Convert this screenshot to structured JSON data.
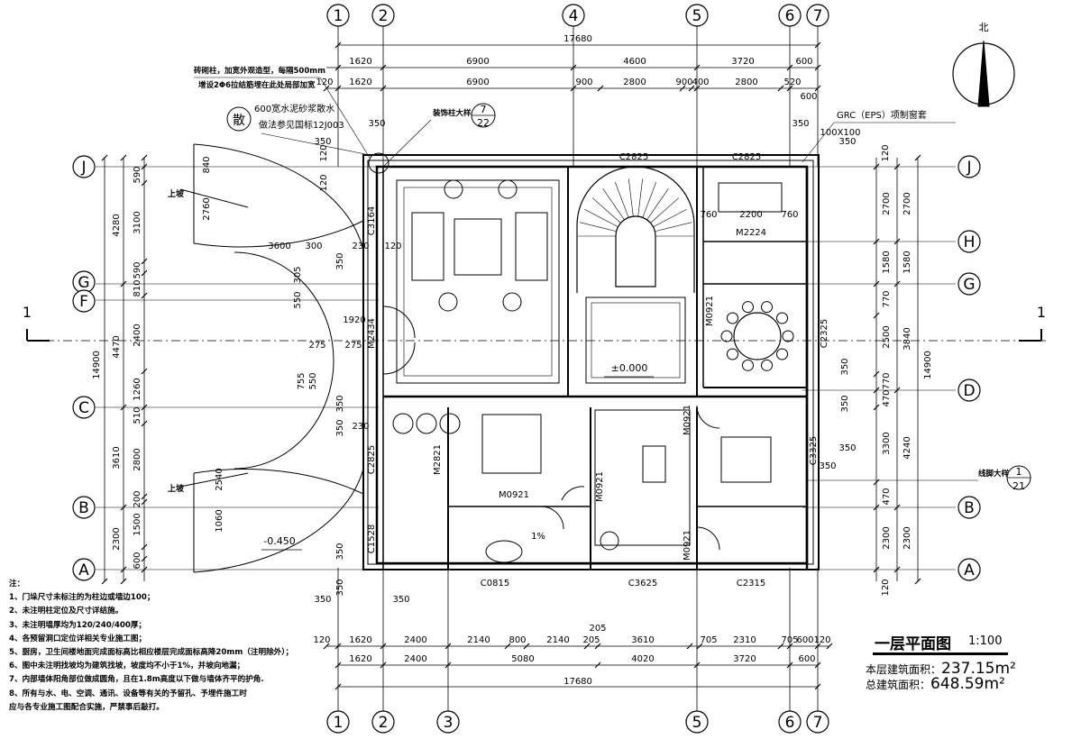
{
  "axes_top": [
    "1",
    "2",
    "4",
    "5",
    "6",
    "7"
  ],
  "axes_bottom": [
    "1",
    "2",
    "3",
    "5",
    "6",
    "7"
  ],
  "axes_left": [
    "J",
    "G",
    "F",
    "C",
    "B",
    "A"
  ],
  "axes_right": [
    "J",
    "H",
    "G",
    "D",
    "B",
    "A"
  ],
  "dims": {
    "top_total": "17680",
    "top_row1": [
      "1620",
      "6900",
      "4600",
      "3720",
      "600"
    ],
    "top_row2": [
      "120",
      "1620",
      "6900",
      "900",
      "2800",
      "900",
      "400",
      "2800",
      "520",
      "600"
    ],
    "bottom_row1": [
      "120",
      "1620",
      "2400",
      "2140",
      "800",
      "2140",
      "205",
      "3610",
      "705",
      "2310",
      "705",
      "600",
      "120"
    ],
    "bottom_row2": [
      "1620",
      "2400",
      "5080",
      "4020",
      "3720",
      "600"
    ],
    "bottom_total": "17680",
    "bottom_extra": "205",
    "left_total": "14900",
    "left_col1": [
      "4280",
      "4470",
      "3610",
      "2300"
    ],
    "left_col2": [
      "590",
      "3100",
      "590",
      "810",
      "2400",
      "1260",
      "510",
      "2800",
      "200",
      "1500",
      "600"
    ],
    "left_misc": [
      "120",
      "840",
      "2760",
      "120",
      "305",
      "550",
      "1920",
      "275",
      "275",
      "755",
      "550",
      "2540",
      "1060",
      "350",
      "350",
      "350",
      "350",
      "350",
      "230",
      "230",
      "120",
      "300",
      "3600"
    ],
    "right_total": "14900",
    "right_col1": [
      "2700",
      "1580",
      "3840",
      "4240",
      "2300"
    ],
    "right_col2": [
      "2700",
      "1580",
      "770",
      "2500",
      "770",
      "470",
      "3300",
      "470",
      "2300"
    ],
    "right_misc": [
      "120",
      "120",
      "350",
      "350",
      "350",
      "350",
      "350",
      "350",
      "350",
      "350",
      "100X100"
    ]
  },
  "annotations": {
    "brick_col": "砖砌柱，加宽外观造型，每隔500mm",
    "brick_col2": "增设2Φ6拉结筋埋在此处局部加宽",
    "san_symbol": "散",
    "apron": "600宽水泥砂浆散水",
    "apron2": "做法参见国标12J003",
    "deco_col": "装饰柱大样",
    "deco_ref_top": "7",
    "deco_ref_bottom": "22",
    "grc": "GRC（EPS）项制窗套",
    "baseboard": "线脚大样",
    "baseboard_ref_top": "1",
    "baseboard_ref_bottom": "21",
    "up1": "上坡",
    "up2": "上坡",
    "level_main": "±0.000",
    "level_out": "-0.450",
    "slope": "1%",
    "north": "北",
    "section": "1"
  },
  "openings": {
    "c2825_a": "C2825",
    "c2825_b": "C2825",
    "c3164": "C3164",
    "m2224": "M2224",
    "d760a": "760",
    "d2200": "2200",
    "d760b": "760",
    "m0921_a": "M0921",
    "m2434": "M2434",
    "c2325": "C2325",
    "c2825_c": "C2825",
    "m2821": "M2821",
    "m0921_b": "M0921",
    "m0921_c": "M0921",
    "m0921_d": "M0921",
    "m0921_e": "M0921",
    "c3325": "C3325",
    "c1528": "C1528",
    "c0815": "C0815",
    "c3625": "C3625",
    "c2315": "C2315"
  },
  "notes": [
    "注：",
    "1、门垛尺寸未标注的为柱边或墙边100；",
    "2、未注明柱定位及尺寸详结施。",
    "3、未注明墙厚均为120/240/400厚；",
    "4、各预留洞口定位详相关专业施工图；",
    "5、厨房，卫生间楼地面完成面标高比相应楼层完成面标高降20mm（注明除外）；",
    "6、图中未注明找坡均为建筑找坡，坡度均不小于1%，并坡向地漏；",
    "7、内部墙体阳角部位做成圆角，且在1.8m高度以下做与墙体齐平的护角.",
    "8、所有与水、电、空调、通讯、设备等有关的予留孔、予埋件施工时",
    "   应与各专业施工图配合实施，严禁事后敲打。"
  ],
  "title": {
    "name": "一层平面图",
    "scale": "1:100",
    "floor_area_label": "本层建筑面积：",
    "floor_area": "237.15m²",
    "total_area_label": "总建筑面积：",
    "total_area": "648.59m²"
  }
}
